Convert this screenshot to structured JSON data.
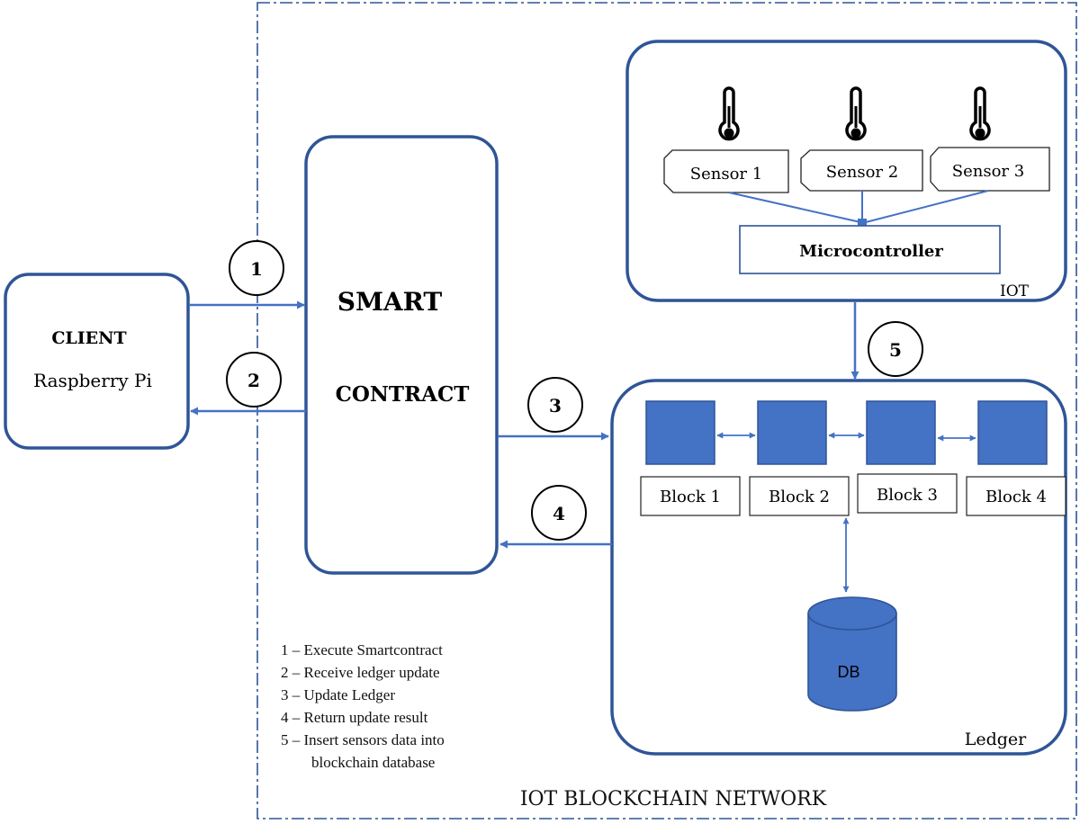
{
  "network_label": "IOT BLOCKCHAIN NETWORK",
  "client": {
    "title": "CLIENT",
    "subtitle": "Raspberry Pi"
  },
  "smart_contract": {
    "line1": "SMART",
    "line2": "CONTRACT"
  },
  "iot": {
    "label": "IOT",
    "sensors": [
      "Sensor 1",
      "Sensor 2",
      "Sensor 3"
    ],
    "microcontroller": "Microcontroller",
    "sensor_icon": "thermometer-icon"
  },
  "ledger": {
    "label": "Ledger",
    "blocks": [
      "Block 1",
      "Block 2",
      "Block 3",
      "Block 4"
    ],
    "db": "DB"
  },
  "steps": [
    "1",
    "2",
    "3",
    "4",
    "5"
  ],
  "legend": [
    "1 – Execute Smartcontract",
    "2 – Receive ledger update",
    "3 – Update Ledger",
    "4 – Return update result",
    "5 – Insert sensors data into",
    "blockchain database"
  ],
  "colors": {
    "border": "#2f5597",
    "arrow": "#4472c4",
    "block_fill": "#4472c4"
  }
}
